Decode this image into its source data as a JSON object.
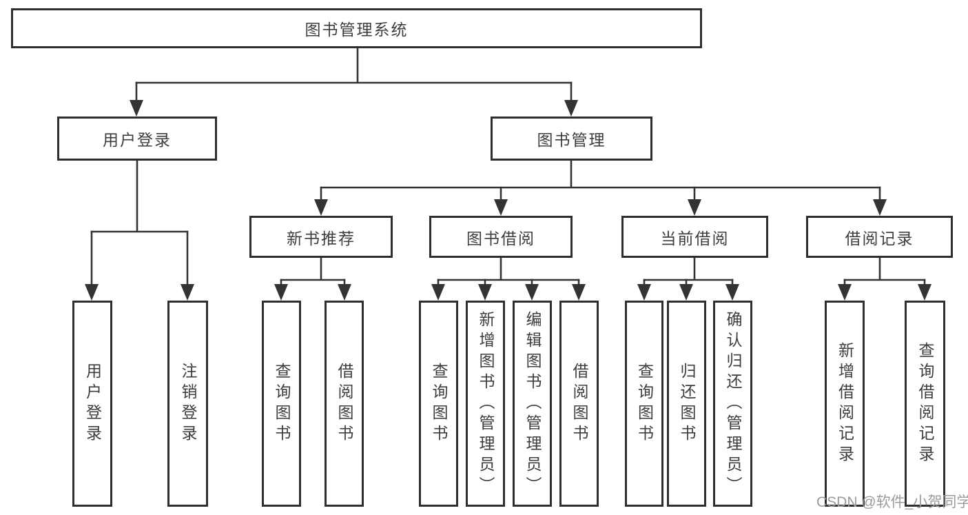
{
  "diagram": {
    "root": {
      "label": "图书管理系统"
    },
    "branches": {
      "user_login": {
        "label": "用户登录"
      },
      "book_management": {
        "label": "图书管理"
      }
    },
    "modules": [
      {
        "label": "新书推荐"
      },
      {
        "label": "图书借阅"
      },
      {
        "label": "当前借阅"
      },
      {
        "label": "借阅记录"
      }
    ],
    "leaves": [
      {
        "label": "用户登录"
      },
      {
        "label": "注销登录"
      },
      {
        "label": "查询图书"
      },
      {
        "label": "借阅图书"
      },
      {
        "label": "查询图书"
      },
      {
        "label": "新增图书（管理员）"
      },
      {
        "label": "编辑图书（管理员）"
      },
      {
        "label": "借阅图书"
      },
      {
        "label": "查询图书"
      },
      {
        "label": "归还图书"
      },
      {
        "label": "确认归还（管理员）"
      },
      {
        "label": "新增借阅记录"
      },
      {
        "label": "查询借阅记录"
      }
    ]
  },
  "watermark": {
    "text": "CSDN @软件_小贺同学"
  },
  "colors": {
    "line": "#333333",
    "border": "#2e2e2e",
    "text": "#3d3d3d",
    "watermark": "#9b9b9b",
    "background": "#ffffff"
  }
}
